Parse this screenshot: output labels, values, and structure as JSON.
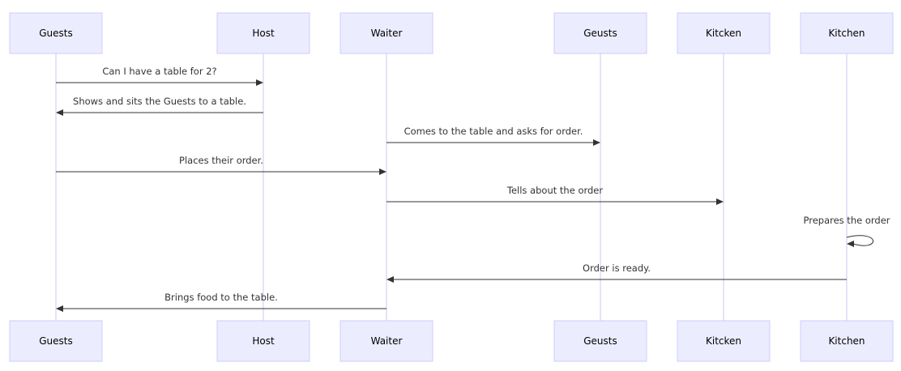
{
  "participants": [
    {
      "id": "guests",
      "label": "Guests"
    },
    {
      "id": "host",
      "label": "Host"
    },
    {
      "id": "waiter",
      "label": "Waiter"
    },
    {
      "id": "geusts",
      "label": "Geusts"
    },
    {
      "id": "kitcken",
      "label": "Kitcken"
    },
    {
      "id": "kitchen",
      "label": "Kitchen"
    }
  ],
  "messages": [
    {
      "from": "guests",
      "to": "host",
      "text": "Can I have a table for 2?"
    },
    {
      "from": "host",
      "to": "guests",
      "text": "Shows and sits the Guests to a table."
    },
    {
      "from": "waiter",
      "to": "geusts",
      "text": "Comes to the table and asks for order."
    },
    {
      "from": "guests",
      "to": "waiter",
      "text": "Places their order."
    },
    {
      "from": "waiter",
      "to": "kitcken",
      "text": "Tells about the order"
    },
    {
      "from": "kitchen",
      "to": "kitchen",
      "text": "Prepares the order"
    },
    {
      "from": "kitchen",
      "to": "waiter",
      "text": "Order is ready."
    },
    {
      "from": "waiter",
      "to": "guests",
      "text": "Brings food to the table."
    }
  ],
  "colors": {
    "actor_fill": "#ECECFF",
    "actor_stroke": "#CCCCFF",
    "lifeline": "#C8C8F0",
    "message": "#333333"
  }
}
